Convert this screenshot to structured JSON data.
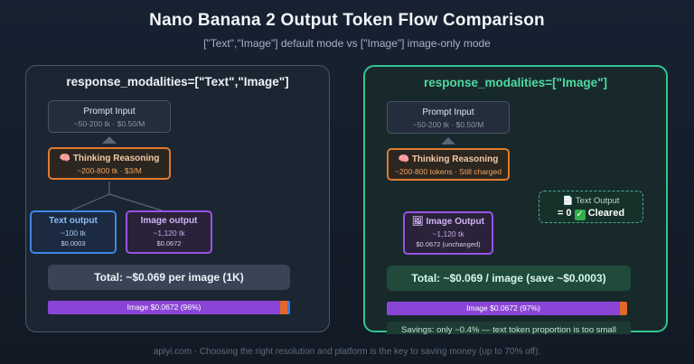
{
  "header": {
    "title": "Nano Banana 2 Output Token Flow Comparison",
    "subtitle": "[\"Text\",\"Image\"] default mode vs [\"Image\"] image-only mode"
  },
  "left_panel": {
    "title": "response_modalities=[\"Text\",\"Image\"]",
    "prompt": {
      "title": "Prompt Input",
      "sub": "~50-200 tk · $0.50/M"
    },
    "thinking": {
      "title": "Thinking Reasoning",
      "sub": "~200-800 tk · $3/M",
      "icon": "brain-icon"
    },
    "text_output": {
      "title": "Text output",
      "tokens": "~100 tk",
      "cost": "$0.0003"
    },
    "image_output": {
      "title": "Image output",
      "tokens": "~1,120 tk",
      "cost": "$0.0672"
    },
    "total": "Total: ~$0.069 per image (1K)",
    "bar": {
      "image_label": "Image $0.0672 (96%)",
      "image_share": 0.96
    }
  },
  "right_panel": {
    "title": "response_modalities=[\"Image\"]",
    "prompt": {
      "title": "Prompt Input",
      "sub": "~50-200 tk · $0.50/M"
    },
    "thinking": {
      "title": "Thinking Reasoning",
      "sub": "~200-800 tokens · Still charged",
      "icon": "brain-icon"
    },
    "text_output_cleared": {
      "label": "Text Output",
      "value": "= 0",
      "status": "Cleared",
      "icon": "document-icon"
    },
    "image_output": {
      "title": "Image Output",
      "tokens": "~1,120 tk",
      "cost": "$0.0672 (unchanged)",
      "icon": "picture-icon"
    },
    "total": "Total: ~$0.069 / image (save ~$0.0003)",
    "bar": {
      "image_label": "Image $0.0672 (97%)",
      "image_share": 0.97
    },
    "savings": "Savings: only ~0.4% — text token proportion is too small"
  },
  "footer": "apiyi.com · Choosing the right resolution and platform is the key to saving money (up to 70% off).",
  "colors": {
    "thinking": "#e0682a",
    "text": "#3a7fe0",
    "image": "#8a45d6",
    "accent_green": "#35c48f"
  }
}
